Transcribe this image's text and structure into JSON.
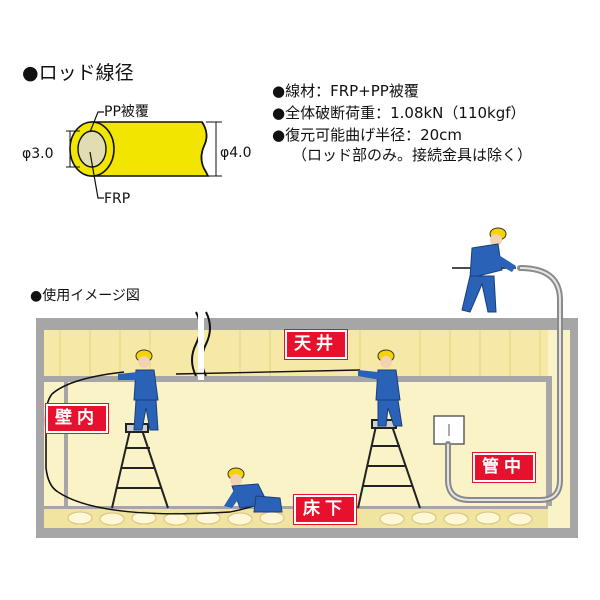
{
  "rod_section": {
    "title": "●ロッド線径",
    "pp_label": "PP被覆",
    "frp_label": "FRP",
    "inner_diameter": "φ3.0",
    "outer_diameter": "φ4.0"
  },
  "specs": [
    "●線材：FRP+PP被覆",
    "●全体破断荷重：1.08kN（110kgf）",
    "●復元可能曲げ半径：20cm"
  ],
  "spec_note": "（ロッド部のみ。接続金具は除く）",
  "usage": {
    "title": "●使用イメージ図",
    "labels": {
      "ceiling": "天井",
      "wall": "壁内",
      "floor": "床下",
      "conduit": "管中"
    }
  },
  "colors": {
    "rod_yellow": "#f2e600",
    "frp_core": "#e2dcb2",
    "label_red": "#e8112d",
    "wall_cream": "#fbf3c8",
    "structure_gray": "#a6a6a6",
    "worker_blue": "#2a62b8",
    "helmet_yellow": "#f5d400"
  }
}
